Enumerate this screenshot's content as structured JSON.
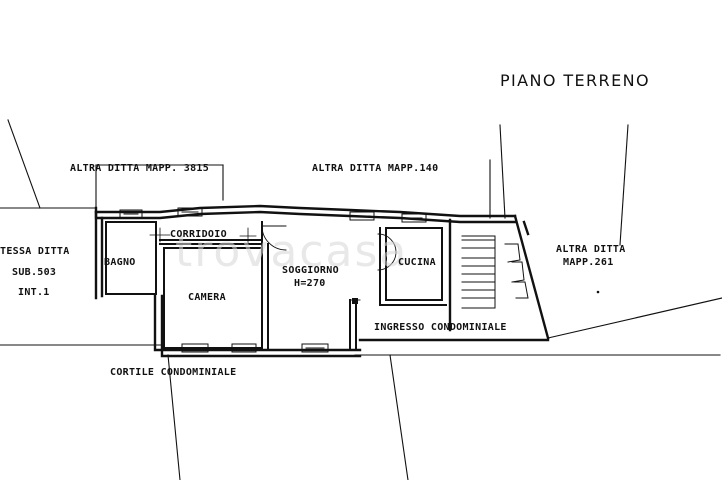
{
  "floor_title": "PIANO TERRENO",
  "neighbors": {
    "north_left": "ALTRA DITTA MAPP. 3815",
    "north_right": "ALTRA DITTA MAPP.140",
    "west_line1": "TESSA DITTA",
    "west_line2": "SUB.503",
    "west_line3": "INT.1",
    "east_line1": "ALTRA DITTA",
    "east_line2": "MAPP.261"
  },
  "rooms": {
    "corridor": "CORRIDOIO",
    "bathroom": "BAGNO",
    "bedroom": "CAMERA",
    "living": "SOGGIORNO",
    "living_height": "H=270",
    "kitchen": "CUCINA"
  },
  "shared_areas": {
    "entrance": "INGRESSO CONDOMINIALE",
    "courtyard": "CORTILE CONDOMINIALE"
  },
  "watermark": "trovacasa",
  "colors": {
    "ink": "#111111",
    "paper": "#ffffff"
  }
}
